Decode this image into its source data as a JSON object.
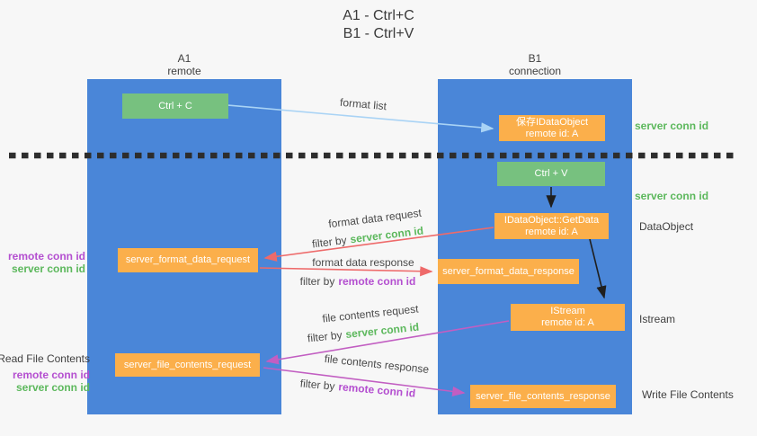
{
  "title": {
    "line1": "A1 - Ctrl+C",
    "line2": "B1 - Ctrl+V"
  },
  "lanes": {
    "left": {
      "name": "A1",
      "subtitle": "remote"
    },
    "right": {
      "name": "B1",
      "subtitle": "connection"
    }
  },
  "nodes": {
    "ctrl_c": {
      "label": "Ctrl + C"
    },
    "save_dataobject": {
      "line1": "保存IDataObject",
      "line2": "remote id: A"
    },
    "ctrl_v": {
      "label": "Ctrl + V"
    },
    "getdata": {
      "line1": "IDataObject::GetData",
      "line2": "remote id: A"
    },
    "format_request": {
      "label": "server_format_data_request"
    },
    "format_response": {
      "label": "server_format_data_response"
    },
    "istream": {
      "line1": "IStream",
      "line2": "remote id: A"
    },
    "file_request": {
      "label": "server_file_contents_request"
    },
    "file_response": {
      "label": "server_file_contents_response"
    }
  },
  "edges": {
    "format_list": {
      "label": "format list"
    },
    "format_request": {
      "label": "format data request",
      "filter_prefix": "filter by",
      "filter_key": "server conn id"
    },
    "format_response": {
      "label": "format data response",
      "filter_prefix": "filter by",
      "filter_key": "remote conn id"
    },
    "file_request": {
      "label": "file contents request",
      "filter_prefix": "filter by",
      "filter_key": "server conn id"
    },
    "file_response": {
      "label": "file contents response",
      "filter_prefix": "filter by",
      "filter_key": "remote conn id"
    }
  },
  "annotations": {
    "right": {
      "server_conn_id_top": "server conn id",
      "server_conn_id_mid": "server conn id",
      "dataobject": "DataObject",
      "istream": "Istream",
      "write_file": "Write File Contents"
    },
    "left": {
      "remote_conn_id_top": "remote conn id",
      "server_conn_id_top": "server conn id",
      "read_file": "Read File Contents",
      "remote_conn_id_bottom": "remote conn id",
      "server_conn_id_bottom": "server conn id"
    }
  },
  "colors": {
    "lane_blue": "#4a86d8",
    "green_box": "#77c17f",
    "orange_box": "#fbaf4b",
    "red_arrow": "#ee6a6a",
    "magenta_arrow": "#c25ec2",
    "light_blue_arrow": "#a9d3f5",
    "black_arrow": "#1f1f1f",
    "green_text": "#5cb85c",
    "purple_text": "#b44fd0",
    "background": "#f7f7f7"
  }
}
